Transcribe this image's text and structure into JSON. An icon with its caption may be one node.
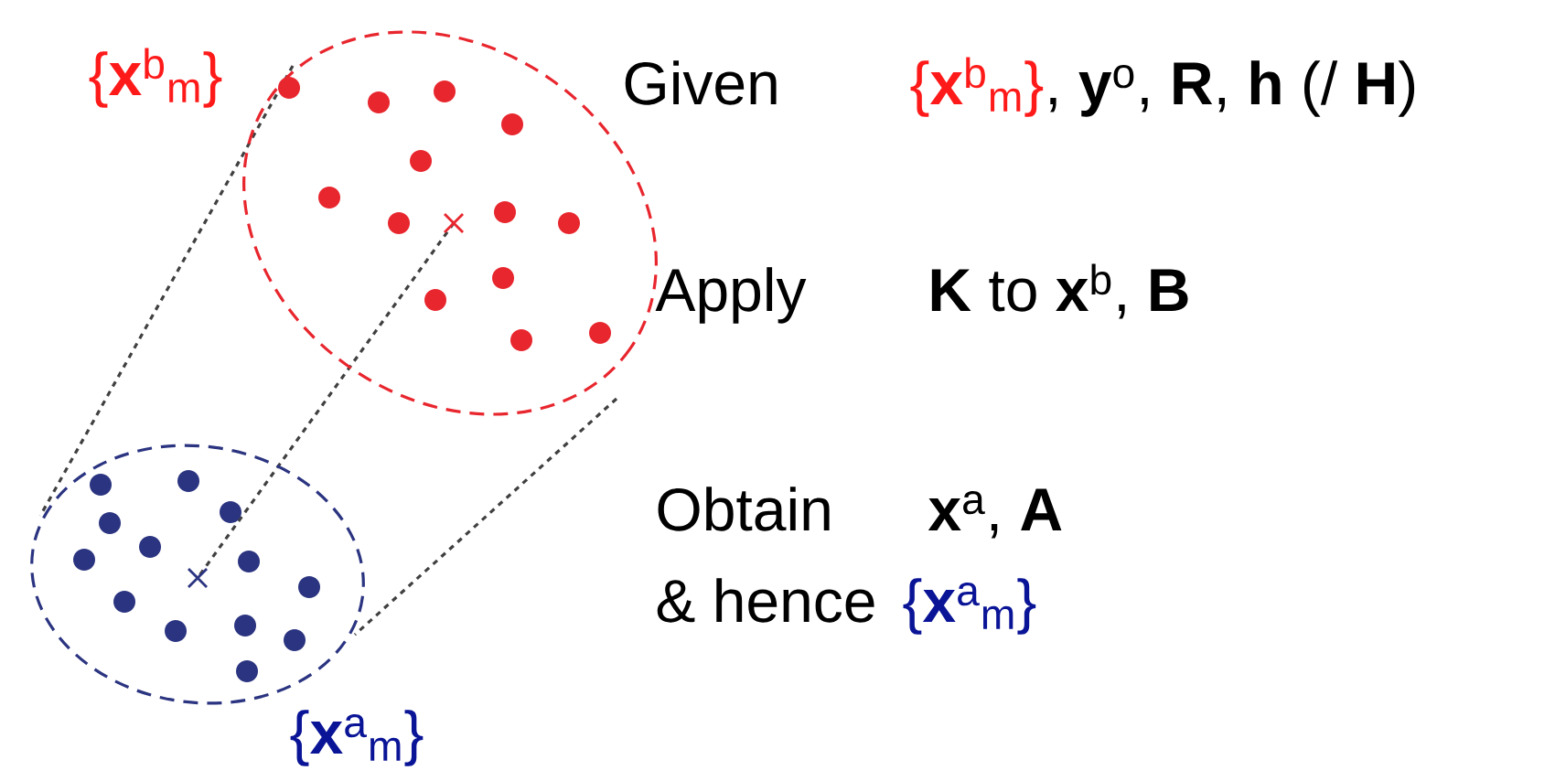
{
  "diagram": {
    "labels": [
      "{**x**$^{b}$$_{m}$}",
      "Given",
      "{**x**$^{b}$$_{m}$}",
      ", **y**$^{o}$, **R**, **h** (/ **H**)",
      "Apply",
      "**K** to **x**$^{b}$, **B**",
      "Obtain",
      "**x**$^{a}$, **A**",
      "& hence",
      "{**x**$^{a}$$_{m}$}",
      "{**x**$^{a}$$_{m}$}"
    ]
  }
}
